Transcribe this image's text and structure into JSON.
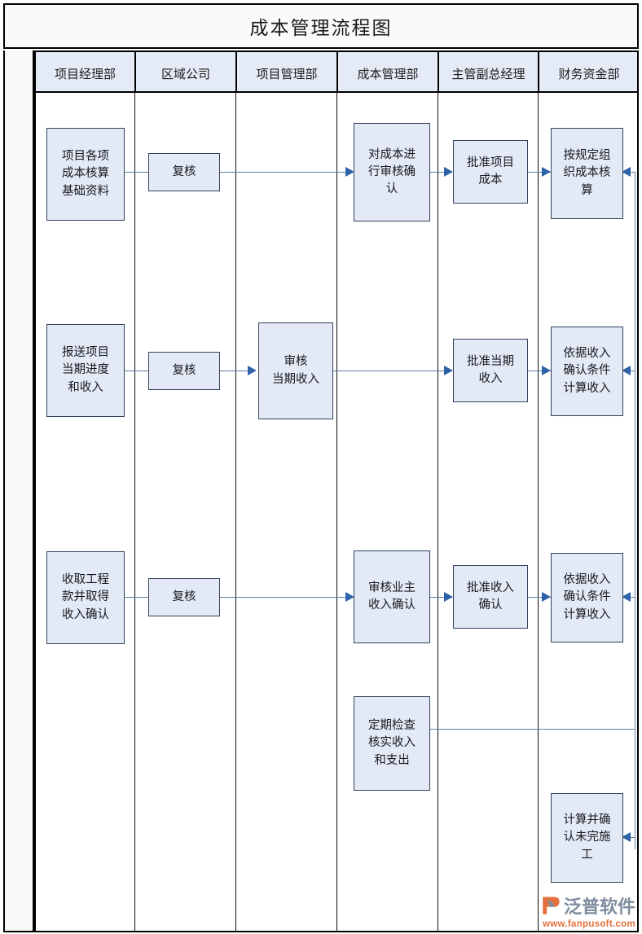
{
  "title": "成本管理流程图",
  "lanes": [
    {
      "id": "project-manager-dept",
      "label": "项目经理部"
    },
    {
      "id": "regional-company",
      "label": "区域公司"
    },
    {
      "id": "project-management-dept",
      "label": "项目管理部"
    },
    {
      "id": "cost-management-dept",
      "label": "成本管理部"
    },
    {
      "id": "deputy-general-manager",
      "label": "主管副总经理"
    },
    {
      "id": "finance-fund-dept",
      "label": "财务资金部"
    }
  ],
  "nodes": [
    {
      "id": "n1",
      "lane": "project-manager-dept",
      "row": 1,
      "text": "项目各项成本核算基础资料",
      "lines": [
        "项目各项",
        "成本核算",
        "基础资料"
      ]
    },
    {
      "id": "n2",
      "lane": "regional-company",
      "row": 1,
      "text": "复核",
      "lines": [
        "复核"
      ]
    },
    {
      "id": "n3",
      "lane": "cost-management-dept",
      "row": 1,
      "text": "对成本进行审核确认",
      "lines": [
        "对成本进",
        "行审核确",
        "认"
      ]
    },
    {
      "id": "n4",
      "lane": "deputy-general-manager",
      "row": 1,
      "text": "批准项目成本",
      "lines": [
        "批准项目",
        "成本"
      ]
    },
    {
      "id": "n5",
      "lane": "finance-fund-dept",
      "row": 1,
      "text": "按规定组织成本核算",
      "lines": [
        "按规定组",
        "织成本核",
        "算"
      ]
    },
    {
      "id": "n6",
      "lane": "project-manager-dept",
      "row": 2,
      "text": "报送项目当期进度和收入",
      "lines": [
        "报送项目",
        "当期进度",
        "和收入"
      ]
    },
    {
      "id": "n7",
      "lane": "regional-company",
      "row": 2,
      "text": "复核",
      "lines": [
        "复核"
      ]
    },
    {
      "id": "n8",
      "lane": "project-management-dept",
      "row": 2,
      "text": "审核当期收入",
      "lines": [
        "审核",
        "当期收入"
      ]
    },
    {
      "id": "n9",
      "lane": "deputy-general-manager",
      "row": 2,
      "text": "批准当期收入",
      "lines": [
        "批准当期",
        "收入"
      ]
    },
    {
      "id": "n10",
      "lane": "finance-fund-dept",
      "row": 2,
      "text": "依据收入确认条件计算收入",
      "lines": [
        "依据收入",
        "确认条件",
        "计算收入"
      ]
    },
    {
      "id": "n11",
      "lane": "project-manager-dept",
      "row": 3,
      "text": "收取工程款并取得收入确认",
      "lines": [
        "收取工程",
        "款并取得",
        "收入确认"
      ]
    },
    {
      "id": "n12",
      "lane": "regional-company",
      "row": 3,
      "text": "复核",
      "lines": [
        "复核"
      ]
    },
    {
      "id": "n13",
      "lane": "cost-management-dept",
      "row": 3,
      "text": "审核业主收入确认",
      "lines": [
        "审核业主",
        "收入确认"
      ]
    },
    {
      "id": "n14",
      "lane": "deputy-general-manager",
      "row": 3,
      "text": "批准收入确认",
      "lines": [
        "批准收入",
        "确认"
      ]
    },
    {
      "id": "n15",
      "lane": "finance-fund-dept",
      "row": 3,
      "text": "依据收入确认条件计算收入",
      "lines": [
        "依据收入",
        "确认条件",
        "计算收入"
      ]
    },
    {
      "id": "n16",
      "lane": "cost-management-dept",
      "row": 4,
      "text": "定期检查核实收入和支出",
      "lines": [
        "定期检查",
        "核实收入",
        "和支出"
      ]
    },
    {
      "id": "n17",
      "lane": "finance-fund-dept",
      "row": 5,
      "text": "计算并确认未完施工",
      "lines": [
        "计算并确",
        "认未完施",
        "工"
      ]
    }
  ],
  "watermark": {
    "brand": "泛普软件",
    "url": "www.fanpusoft.com"
  },
  "colors": {
    "node_fill": "#e3eaf6",
    "node_border": "#32415c",
    "header_fill": "#e5ebf6",
    "connector": "#5b7fa6",
    "arrow": "#2e62a8",
    "brand_gray": "#7e8c9e",
    "brand_orange": "#e4713b"
  }
}
